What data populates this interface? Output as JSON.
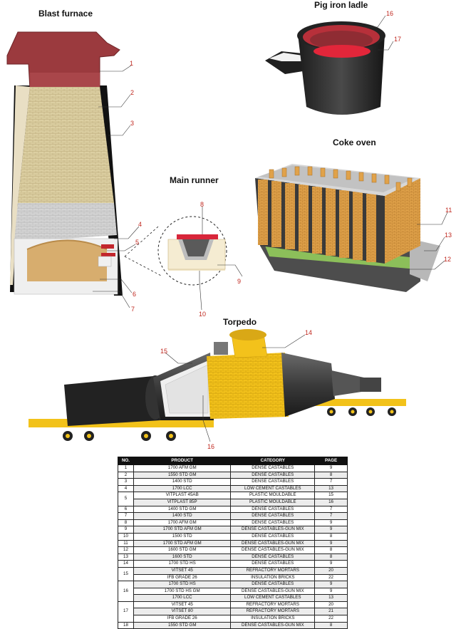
{
  "titles": {
    "blast_furnace": "Blast furnace",
    "pig_iron_ladle": "Pig iron ladle",
    "coke_oven": "Coke oven",
    "main_runner": "Main runner",
    "torpedo": "Torpedo"
  },
  "callouts": [
    "1",
    "2",
    "3",
    "4",
    "5",
    "6",
    "7",
    "8",
    "9",
    "10",
    "11",
    "12",
    "13",
    "14",
    "15",
    "16",
    "17",
    "16"
  ],
  "table": {
    "headers": [
      "NO.",
      "PRODUCT",
      "CATEGORY",
      "PAGE"
    ],
    "rows": [
      {
        "no": "1",
        "items": [
          {
            "product": "1700 AFM GM",
            "category": "DENSE CASTABLES",
            "page": "9"
          }
        ]
      },
      {
        "no": "2",
        "items": [
          {
            "product": "1550 STD GM",
            "category": "DENSE CASTABLES",
            "page": "8"
          }
        ]
      },
      {
        "no": "3",
        "items": [
          {
            "product": "1400 STD",
            "category": "DENSE CASTABLES",
            "page": "7"
          }
        ]
      },
      {
        "no": "4",
        "items": [
          {
            "product": "1700 LCC",
            "category": "LOW CEMENT CASTABLES",
            "page": "13"
          }
        ]
      },
      {
        "no": "5",
        "items": [
          {
            "product": "VITPLAST 45AB",
            "category": "PLASTIC MOULDABLE",
            "page": "15"
          },
          {
            "product": "VITPLAST 85P",
            "category": "PLASTIC MOULDABLE",
            "page": "16"
          }
        ]
      },
      {
        "no": "6",
        "items": [
          {
            "product": "1400 STD GM",
            "category": "DENSE CASTABLES",
            "page": "7"
          }
        ]
      },
      {
        "no": "7",
        "items": [
          {
            "product": "1400 STD",
            "category": "DENSE CASTABLES",
            "page": "7"
          }
        ]
      },
      {
        "no": "8",
        "items": [
          {
            "product": "1700 AFM GM",
            "category": "DENSE CASTABLES",
            "page": "9"
          }
        ]
      },
      {
        "no": "9",
        "items": [
          {
            "product": "1700 STD AFM GM",
            "category": "DENSE CASTABLES-GUN MIX",
            "page": "9"
          }
        ]
      },
      {
        "no": "10",
        "items": [
          {
            "product": "1500 STD",
            "category": "DENSE CASTABLES",
            "page": "8"
          }
        ]
      },
      {
        "no": "11",
        "items": [
          {
            "product": "1700 STD AFM GM",
            "category": "DENSE CASTABLES-GUN MIX",
            "page": "9"
          }
        ]
      },
      {
        "no": "12",
        "items": [
          {
            "product": "1600 STD GM",
            "category": "DENSE CASTABLES-GUN MIX",
            "page": "8"
          }
        ]
      },
      {
        "no": "13",
        "items": [
          {
            "product": "1600 STD",
            "category": "DENSE CASTABLES",
            "page": "8"
          }
        ]
      },
      {
        "no": "14",
        "items": [
          {
            "product": "1700 STD HS",
            "category": "DENSE CASTABLES",
            "page": "9"
          }
        ]
      },
      {
        "no": "15",
        "items": [
          {
            "product": "VITSET 45",
            "category": "REFRACTORY MORTARS",
            "page": "20"
          },
          {
            "product": "IFB GRADE 26",
            "category": "INSULATION BRICKS",
            "page": "22"
          }
        ]
      },
      {
        "no": "16",
        "items": [
          {
            "product": "1700 STD HS",
            "category": "DENSE CASTABLES",
            "page": "9"
          },
          {
            "product": "1700 STD HS GM",
            "category": "DENSE CASTABLES-GUN MIX",
            "page": "9"
          },
          {
            "product": "1700 LCC",
            "category": "LOW CEMENT CASTABLES",
            "page": "13"
          }
        ]
      },
      {
        "no": "17",
        "items": [
          {
            "product": "VITSET 45",
            "category": "REFRACTORY MORTARS",
            "page": "20"
          },
          {
            "product": "VITSET 80",
            "category": "REFRACTORY MORTARS",
            "page": "21"
          },
          {
            "product": "IFB GRADE 26",
            "category": "INSULATION BRICKS",
            "page": "22"
          }
        ]
      },
      {
        "no": "18",
        "items": [
          {
            "product": "1550 STD GM",
            "category": "DENSE CASTABLES-GUN MIX",
            "page": "8"
          }
        ]
      }
    ]
  },
  "colors": {
    "callout": "#c0281f",
    "brick": "#d8c99a",
    "castable_red": "#9b3a3e",
    "orange_panel": "#e3a64a",
    "yellow": "#f2c21a",
    "dark": "#2a2a2a"
  }
}
